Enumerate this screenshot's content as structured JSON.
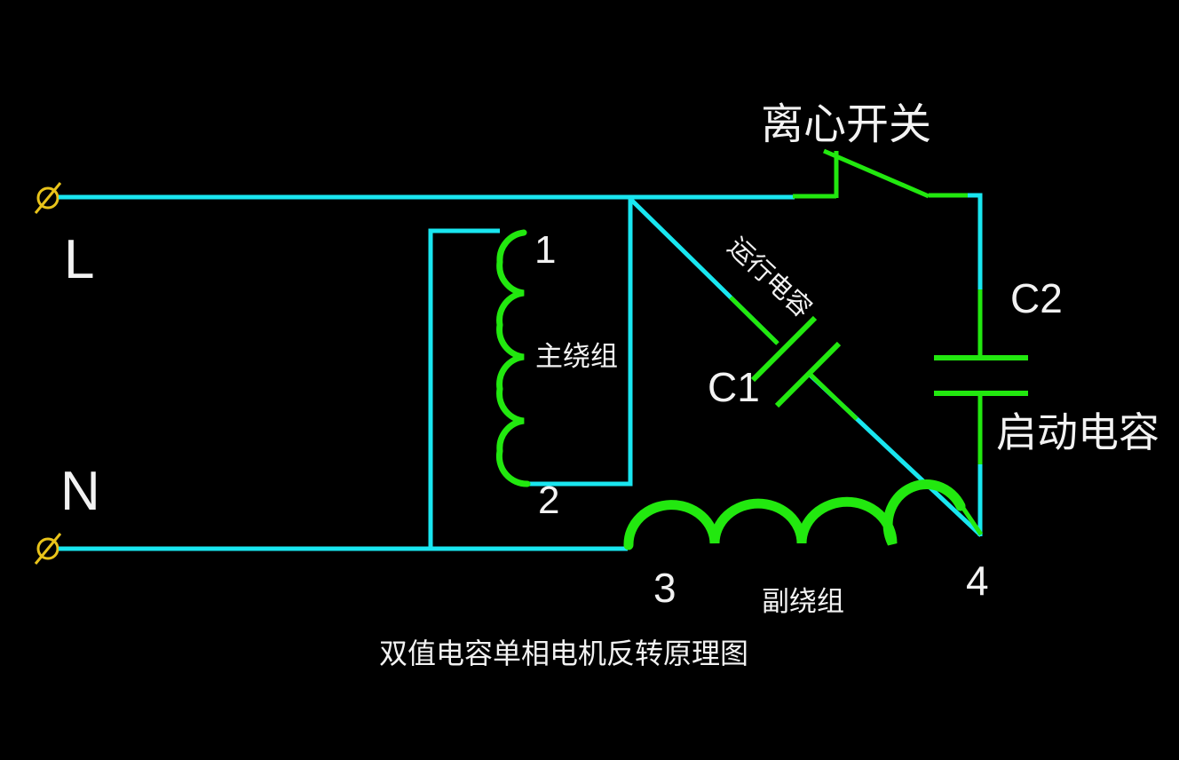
{
  "colors": {
    "background": "#000000",
    "wire_cyan": "#19e6f0",
    "wire_green": "#22e80f",
    "terminal": "#e8c31a",
    "text": "#f2f2f2"
  },
  "labels": {
    "line_L": "L",
    "line_N": "N",
    "centrifugal_switch": "离心开关",
    "run_capacitor": "运行电容",
    "C1": "C1",
    "C2": "C2",
    "start_capacitor": "启动电容",
    "main_winding": "主绕组",
    "aux_winding": "副绕组",
    "node_1": "1",
    "node_2": "2",
    "node_3": "3",
    "node_4": "4",
    "caption": "双值电容单相电机反转原理图"
  },
  "icons": {
    "terminal": "terminal-circle-slash-icon",
    "capacitor": "capacitor-icon",
    "inductor": "inductor-coil-icon",
    "switch": "centrifugal-switch-icon"
  }
}
